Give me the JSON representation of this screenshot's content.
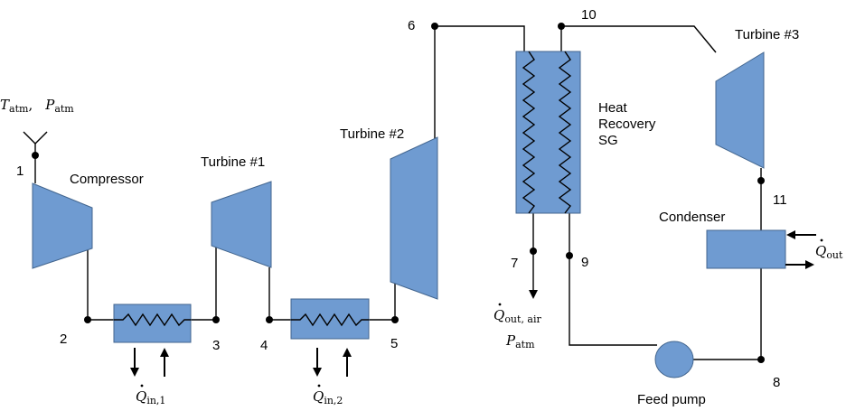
{
  "components": {
    "compressor": "Compressor",
    "turbine1": "Turbine #1",
    "turbine2": "Turbine #2",
    "turbine3": "Turbine #3",
    "hrsg_line1": "Heat",
    "hrsg_line2": "Recovery",
    "hrsg_line3": "SG",
    "condenser": "Condenser",
    "feed_pump": "Feed pump"
  },
  "states": [
    "1",
    "2",
    "3",
    "4",
    "5",
    "6",
    "7",
    "8",
    "9",
    "10",
    "11"
  ],
  "inlet": {
    "t_sym": "T",
    "t_sub": "atm",
    "sep": ",",
    "p_sym": "P",
    "p_sub": "atm"
  },
  "heat": {
    "qin1_sym": "Q",
    "qin1_sub": "in,1",
    "qin2_sym": "Q",
    "qin2_sub": "in,2",
    "qout_air_sym": "Q",
    "qout_air_sub": "out, air",
    "patm_sym": "P",
    "patm_sub": "atm",
    "qout_sym": "Q",
    "qout_sub": "out"
  },
  "colors": {
    "component_fill": "#6f9bd1",
    "component_edge": "#43668f",
    "line": "#000000"
  }
}
